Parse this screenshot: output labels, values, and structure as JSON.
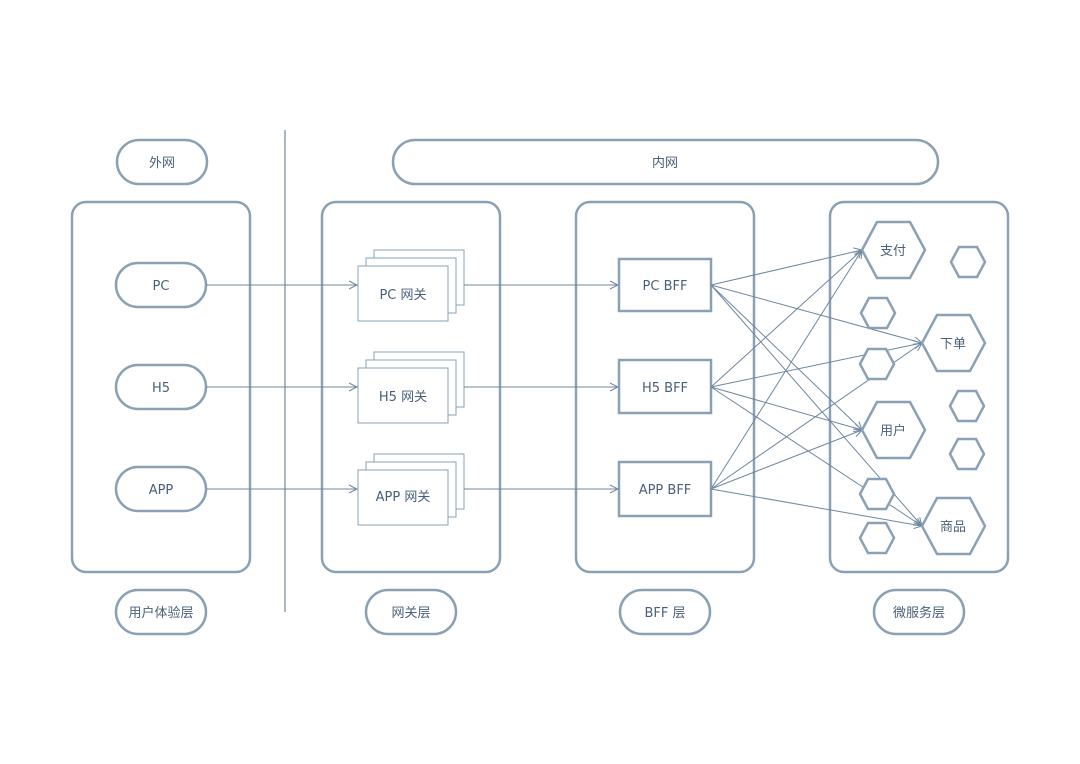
{
  "network": {
    "external": "外网",
    "internal": "内网"
  },
  "layers": {
    "user_experience": "用户体验层",
    "gateway": "网关层",
    "bff": "BFF 层",
    "microservice": "微服务层"
  },
  "clients": [
    "PC",
    "H5",
    "APP"
  ],
  "gateways": [
    "PC 网关",
    "H5 网关",
    "APP 网关"
  ],
  "bffs": [
    "PC BFF",
    "H5 BFF",
    "APP BFF"
  ],
  "services": [
    "支付",
    "下单",
    "用户",
    "商品"
  ],
  "colors": {
    "stroke": "#8aa1b5",
    "text": "#4a607a",
    "line": "#6f87a0"
  }
}
